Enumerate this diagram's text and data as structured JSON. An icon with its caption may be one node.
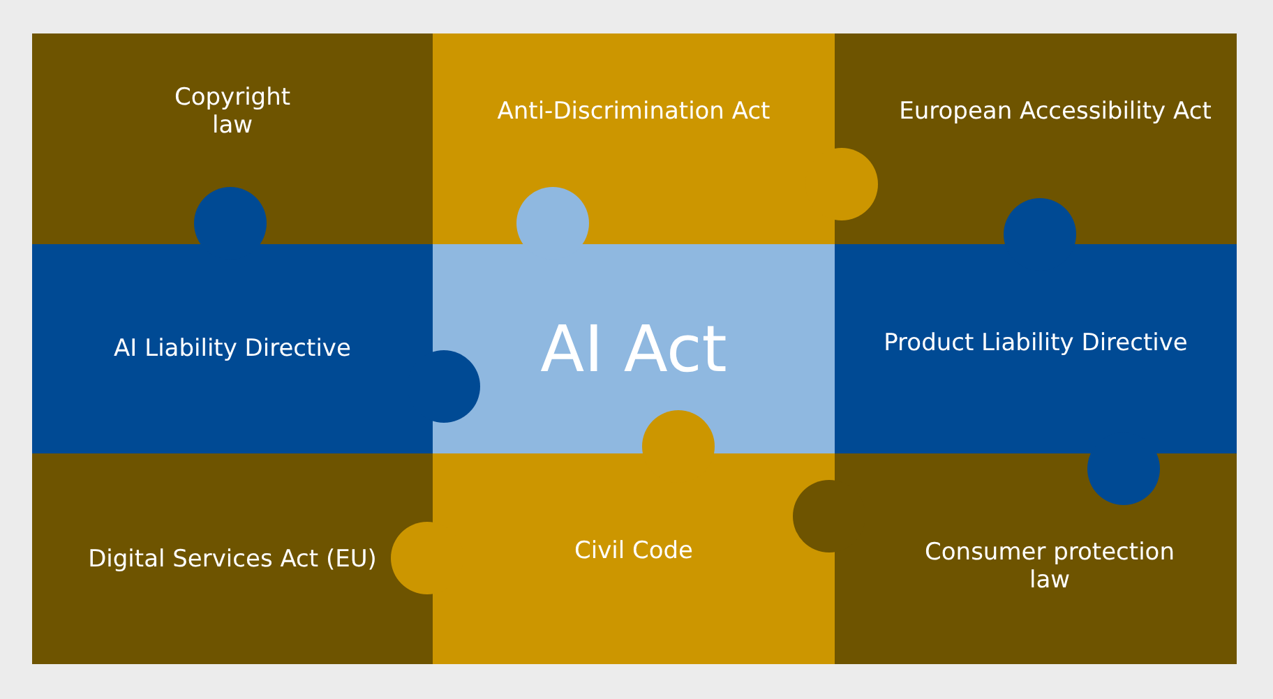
{
  "diagram": {
    "nodes": [
      {
        "text": [
          "Copyright law"
        ]
      },
      {
        "text": [
          "Anti-Discrimination Act"
        ]
      },
      {
        "text": [
          "European Accessibility Act"
        ]
      },
      {
        "text": [
          "AI Liability Directive"
        ]
      },
      {
        "text": [
          "AI Act"
        ]
      },
      {
        "text": [
          "Product Liability Directive"
        ]
      },
      {
        "text": [
          "Digital Services Act (EU)"
        ]
      },
      {
        "text": [
          "Civil Code"
        ]
      },
      {
        "text": [
          "Consumer protection law"
        ]
      }
    ]
  }
}
